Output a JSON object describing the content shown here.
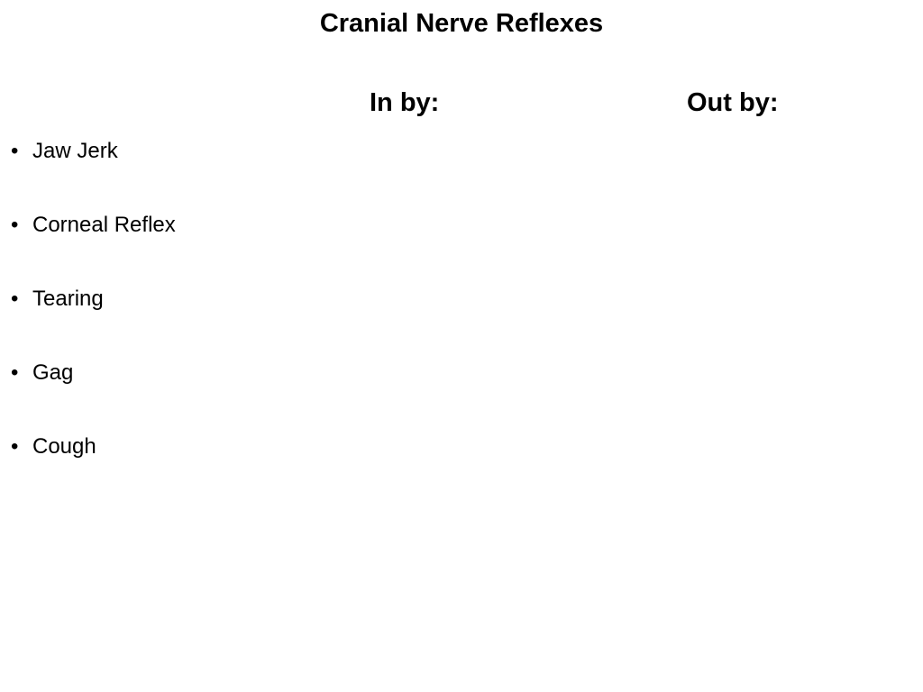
{
  "slide": {
    "title": "Cranial Nerve Reflexes",
    "columns": {
      "in_label": "In by:",
      "out_label": "Out by:"
    },
    "bullet_glyph": "•",
    "items": [
      {
        "label": "Jaw Jerk"
      },
      {
        "label": "Corneal Reflex"
      },
      {
        "label": "Tearing"
      },
      {
        "label": "Gag"
      },
      {
        "label": "Cough"
      }
    ]
  }
}
